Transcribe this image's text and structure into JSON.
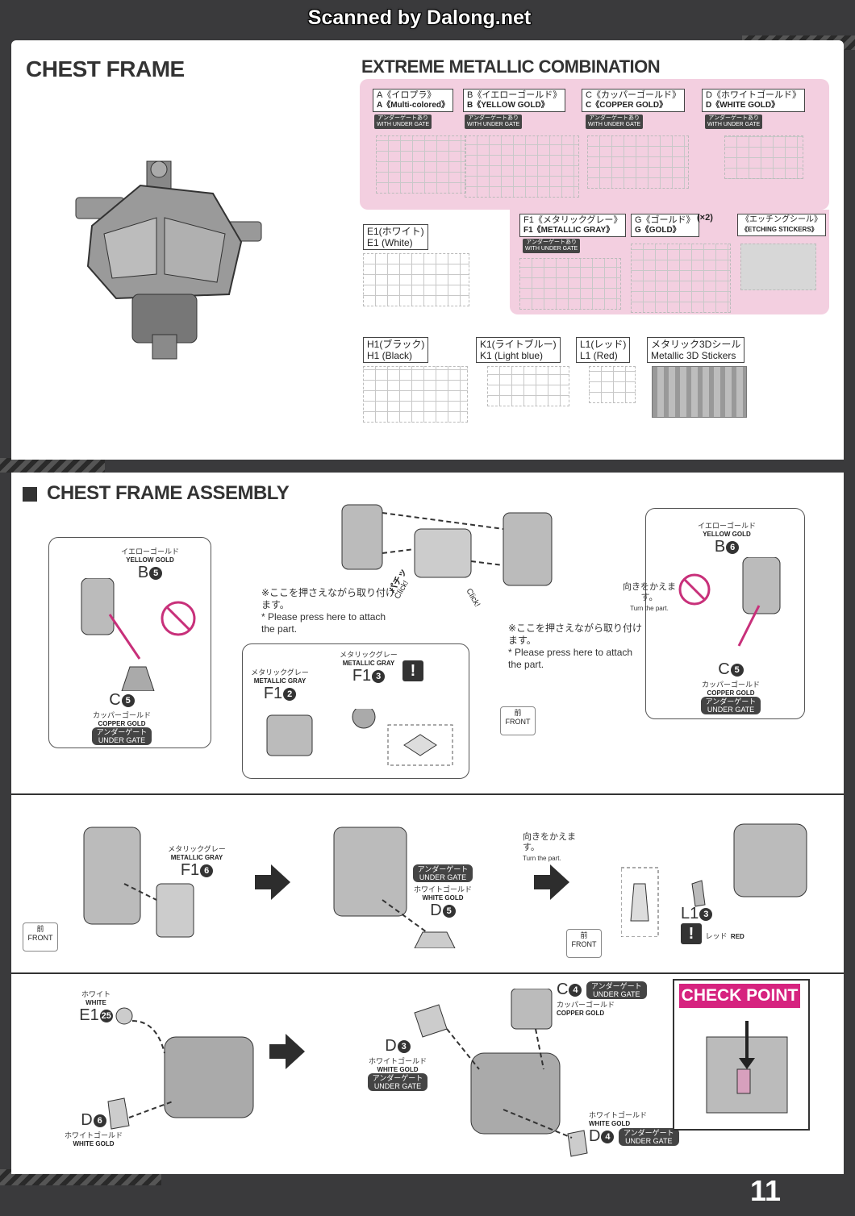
{
  "scan_credit": "Scanned by Dalong.net",
  "page_number": "11",
  "chest_frame": {
    "title": "CHEST FRAME"
  },
  "emc": {
    "title": "EXTREME METALLIC COMBINATION",
    "under_gate_jp": "アンダーゲートあり",
    "under_gate_en": "WITH UNDER GATE",
    "runners": [
      {
        "jp": "A《イロプラ》",
        "en": "A《Multi-colored》"
      },
      {
        "jp": "B《イエローゴールド》",
        "en": "B《YELLOW GOLD》"
      },
      {
        "jp": "C《カッパーゴールド》",
        "en": "C《COPPER GOLD》"
      },
      {
        "jp": "D《ホワイトゴールド》",
        "en": "D《WHITE GOLD》"
      }
    ],
    "f1": {
      "jp": "F1《メタリックグレー》",
      "en": "F1《METALLIC GRAY》"
    },
    "g": {
      "jp": "G《ゴールド》",
      "en": "G《GOLD》",
      "mult": "(×2)"
    },
    "etch": {
      "jp": "《エッチングシール》",
      "en": "《ETCHING STICKERS》"
    }
  },
  "other_runners": {
    "e1": {
      "jp": "E1(ホワイト)",
      "en": "E1 (White)"
    },
    "h1": {
      "jp": "H1(ブラック)",
      "en": "H1 (Black)"
    },
    "k1": {
      "jp": "K1(ライトブルー)",
      "en": "K1 (Light blue)"
    },
    "l1": {
      "jp": "L1(レッド)",
      "en": "L1 (Red)"
    },
    "m3d": {
      "jp": "メタリック3Dシール",
      "en": "Metallic 3D Stickers"
    }
  },
  "assembly": {
    "title": "CHEST FRAME ASSEMBLY",
    "left_panel": {
      "jp": "イエローゴールド",
      "en": "YELLOW GOLD",
      "part": "B",
      "num": "5",
      "part2": "C",
      "num2": "5",
      "jp2": "カッパーゴールド",
      "en2": "COPPER GOLD",
      "gate_jp": "アンダーゲート",
      "gate_en": "UNDER GATE"
    },
    "right_panel": {
      "jp": "イエローゴールド",
      "en": "YELLOW GOLD",
      "part": "B",
      "num": "6",
      "part2": "C",
      "num2": "5",
      "jp2": "カッパーゴールド",
      "en2": "COPPER GOLD",
      "gate_jp": "アンダーゲート",
      "gate_en": "UNDER GATE",
      "turn_jp": "向きをかえます。",
      "turn_en": "Turn the part."
    },
    "press_note_jp": "※ここを押さえながら取り付けます。",
    "press_note_en": "* Please press here to attach the part.",
    "click": "Click!",
    "pachi": "パチッ",
    "center_panel": {
      "jp1": "メタリックグレー",
      "en1": "METALLIC GRAY",
      "part1": "F1",
      "num1": "2",
      "jp2": "メタリックグレー",
      "en2": "METALLIC GRAY",
      "part2": "F1",
      "num2": "3"
    },
    "front_jp": "前",
    "front_en": "FRONT"
  },
  "step2": {
    "a": {
      "jp": "メタリックグレー",
      "en": "METALLIC GRAY",
      "part": "F1",
      "num": "6"
    },
    "b": {
      "gate_jp": "アンダーゲート",
      "gate_en": "UNDER GATE",
      "jp": "ホワイトゴールド",
      "en": "WHITE GOLD",
      "part": "D",
      "num": "5"
    },
    "c": {
      "turn_jp": "向きをかえます。",
      "turn_en": "Turn the part.",
      "part": "L1",
      "num": "3",
      "jp": "レッド",
      "en": "RED"
    }
  },
  "step3": {
    "e1": {
      "jp": "ホワイト",
      "en": "WHITE",
      "part": "E1",
      "num": "25"
    },
    "d6": {
      "part": "D",
      "num": "6",
      "jp": "ホワイトゴールド",
      "en": "WHITE GOLD"
    },
    "d3": {
      "part": "D",
      "num": "3",
      "jp": "ホワイトゴールド",
      "en": "WHITE GOLD",
      "gate_jp": "アンダーゲート",
      "gate_en": "UNDER GATE"
    },
    "c4": {
      "part": "C",
      "num": "4",
      "gate_jp": "アンダーゲート",
      "gate_en": "UNDER GATE",
      "jp": "カッパーゴールド",
      "en": "COPPER GOLD"
    },
    "d4": {
      "part": "D",
      "num": "4",
      "jp": "ホワイトゴールド",
      "en": "WHITE GOLD",
      "gate_jp": "アンダーゲート",
      "gate_en": "UNDER GATE"
    },
    "check_point": "CHECK POINT"
  }
}
